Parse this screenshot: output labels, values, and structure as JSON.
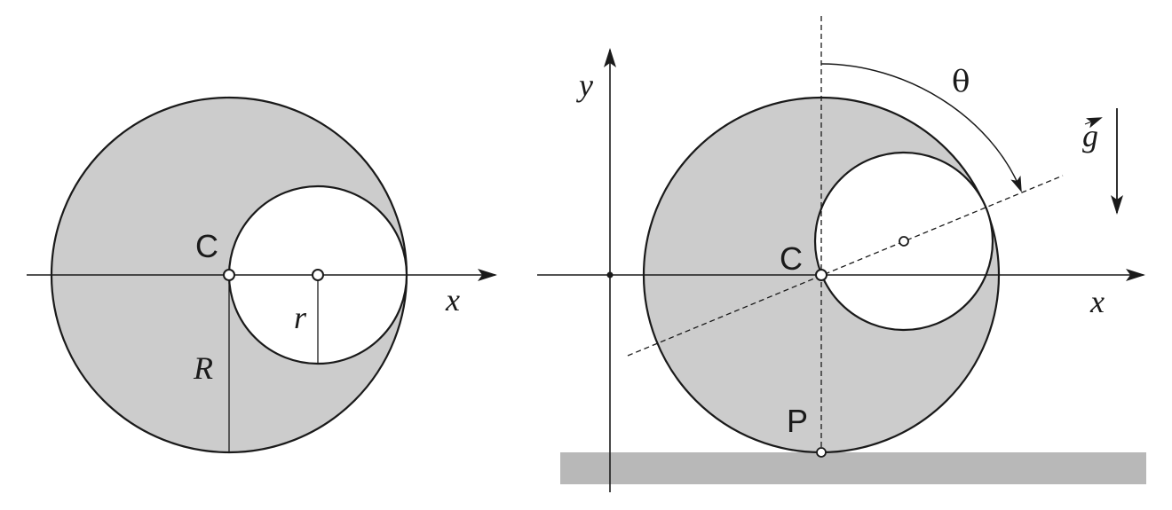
{
  "left_figure": {
    "center_label": "C",
    "axis_label": "x",
    "big_radius_label": "R",
    "small_radius_label": "r"
  },
  "right_figure": {
    "center_label": "C",
    "x_axis_label": "x",
    "y_axis_label": "y",
    "angle_label": "θ",
    "gravity_label": "g",
    "contact_point_label": "P"
  },
  "colors": {
    "shaded_fill": "#cccccc",
    "ground_fill": "#b8b8b8",
    "stroke": "#1a1a1a"
  }
}
